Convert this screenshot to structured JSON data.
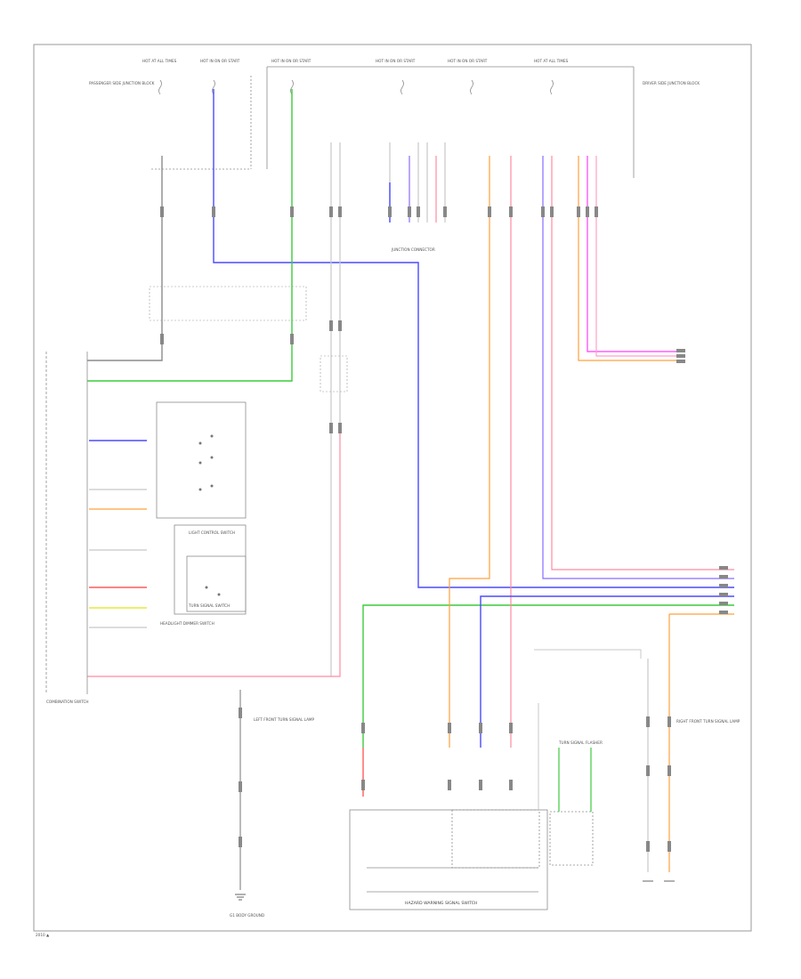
{
  "colors": {
    "frame": "#9a9a9a",
    "wire_black": "#8c8c8c",
    "wire_gray": "#c8c8c8",
    "wire_blue": "#4a4aff",
    "wire_green": "#3ccc3c",
    "wire_red": "#ff5a5a",
    "wire_pink": "#ff8aa0",
    "wire_orange": "#ffa03c",
    "wire_yellow": "#e8e83c",
    "wire_magenta": "#ff3cff",
    "wire_violet": "#8a6aff"
  },
  "labels": {
    "fuse_1": "HOT AT ALL TIMES",
    "fuse_2": "HOT IN ON OR START",
    "fuse_3": "HOT IN ON OR START",
    "fuse_4": "HOT IN ON OR START",
    "fuse_5": "HOT IN ON OR START",
    "fuse_6": "HOT AT ALL TIMES",
    "pass_junction_box": "PASSENGER SIDE JUNCTION BLOCK",
    "driver_junction_box": "DRIVER SIDE JUNCTION BLOCK",
    "junction_connector": "JUNCTION CONNECTOR",
    "combo_switch": "COMBINATION SWITCH",
    "headlight_dimmer": "HEADLIGHT DIMMER SWITCH",
    "light_control": "LIGHT CONTROL SWITCH",
    "turn_signal_switch": "TURN SIGNAL SWITCH",
    "left_turn_lamp": "LEFT FRONT TURN SIGNAL LAMP",
    "right_turn_lamp": "RIGHT FRONT TURN SIGNAL LAMP",
    "hazard_switch": "HAZARD WARNING SIGNAL SWITCH",
    "flasher": "TURN SIGNAL FLASHER",
    "ground": "G1 BODY GROUND",
    "page_footer": "2010 ▲"
  }
}
